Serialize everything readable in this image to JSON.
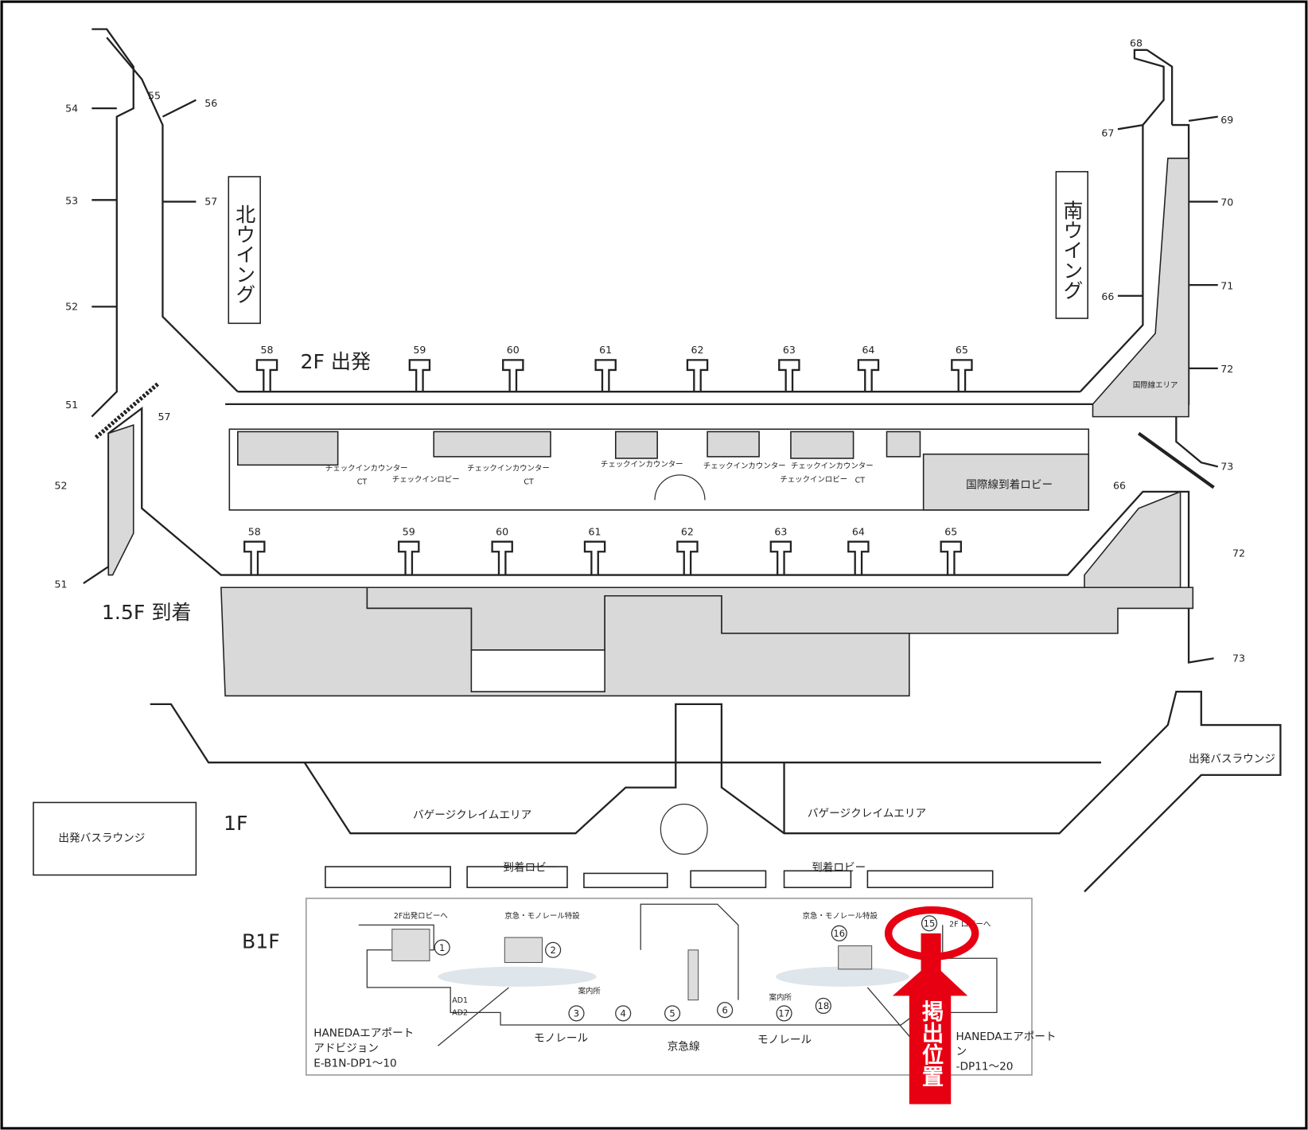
{
  "floors": {
    "f2": "2F 出発",
    "f15": "1.5F 到着",
    "f1": "1F",
    "b1": "B1F"
  },
  "wings": {
    "north": "北ウイング",
    "south": "南ウイング"
  },
  "gates_2f": [
    "58",
    "59",
    "60",
    "61",
    "62",
    "63",
    "64",
    "65"
  ],
  "gates_15f": [
    "58",
    "59",
    "60",
    "61",
    "62",
    "63",
    "64",
    "65"
  ],
  "north_pier_gates": {
    "g54": "54",
    "g55": "55",
    "g56": "56",
    "g53": "53",
    "g57": "57",
    "g52": "52",
    "g51": "51",
    "g57b": "57",
    "g52b": "52",
    "g51b": "51"
  },
  "south_pier_gates": {
    "g68": "68",
    "g69": "69",
    "g67": "67",
    "g70": "70",
    "g71": "71",
    "g66": "66",
    "g72": "72",
    "g73": "73",
    "g66b": "66",
    "g72b": "72",
    "g73b": "73"
  },
  "labels_2f": {
    "intl_arrival_lobby": "国際線到着ロビー",
    "intl_area": "国際線エリア",
    "checkin_counter": "チェックインカウンター",
    "checkin_lobby": "チェックインロビー",
    "ct": "CT"
  },
  "labels_1f": {
    "baggage_claim": "バゲージクレイムエリア",
    "arrival_lobby": "到着ロビー",
    "bus_lounge": "出発バスラウンジ"
  },
  "labels_b1f": {
    "to_2f_departure": "2F出発ロビーへ",
    "to_2f_lobby": "2F ロビーへ",
    "transfer_left": "京急・モノレール特設",
    "transfer_right": "京急・モノレール特設",
    "monorail": "モノレール",
    "keikyu": "京急線",
    "info": "案内所",
    "ad1": "AD1",
    "ad2": "AD2",
    "adv_left": [
      "HANEDAエアポート",
      "アドビジョン",
      "E-B1N-DP1～10"
    ],
    "adv_right": [
      "HANEDAエアポート",
      "ン",
      "-DP11～20"
    ],
    "markers": [
      "1",
      "2",
      "3",
      "4",
      "5",
      "6",
      "15",
      "16",
      "17",
      "18"
    ]
  },
  "marker": {
    "label": "掲出位置",
    "color": "#e60012"
  }
}
